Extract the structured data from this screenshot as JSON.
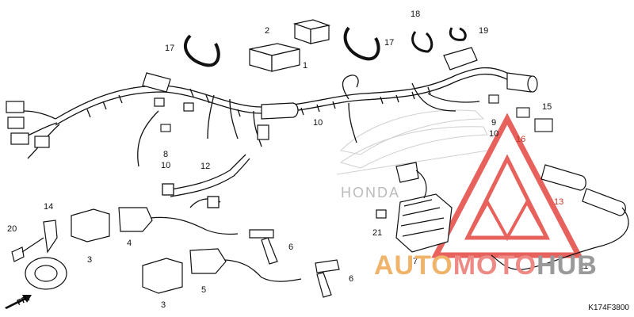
{
  "diagram": {
    "part_labels": [
      {
        "id": "17a",
        "text": "17"
      },
      {
        "id": "2",
        "text": "2"
      },
      {
        "id": "1",
        "text": "1"
      },
      {
        "id": "17b",
        "text": "17"
      },
      {
        "id": "18",
        "text": "18"
      },
      {
        "id": "19",
        "text": "19"
      },
      {
        "id": "10a",
        "text": "10"
      },
      {
        "id": "8",
        "text": "8"
      },
      {
        "id": "10b",
        "text": "10"
      },
      {
        "id": "9",
        "text": "9"
      },
      {
        "id": "10c",
        "text": "10"
      },
      {
        "id": "15",
        "text": "15"
      },
      {
        "id": "16",
        "text": "16"
      },
      {
        "id": "12",
        "text": "12"
      },
      {
        "id": "14",
        "text": "14"
      },
      {
        "id": "20",
        "text": "20"
      },
      {
        "id": "3a",
        "text": "3"
      },
      {
        "id": "4",
        "text": "4"
      },
      {
        "id": "6a",
        "text": "6"
      },
      {
        "id": "21",
        "text": "21"
      },
      {
        "id": "7",
        "text": "7"
      },
      {
        "id": "13",
        "text": "13"
      },
      {
        "id": "11",
        "text": "11"
      },
      {
        "id": "3b",
        "text": "3"
      },
      {
        "id": "5",
        "text": "5"
      },
      {
        "id": "6b",
        "text": "6"
      }
    ],
    "direction_label": "FR.",
    "diagram_code": "K174F3800"
  },
  "watermark": {
    "brand_text_1": "AUTO",
    "brand_text_2": "MOTO",
    "brand_text_3": "HUB",
    "honda_text": "HONDA",
    "colors": {
      "auto": "#f0b36a",
      "moto": "#ee8a86",
      "hub": "#9a9a9a",
      "triangle": "#e23b35"
    }
  }
}
